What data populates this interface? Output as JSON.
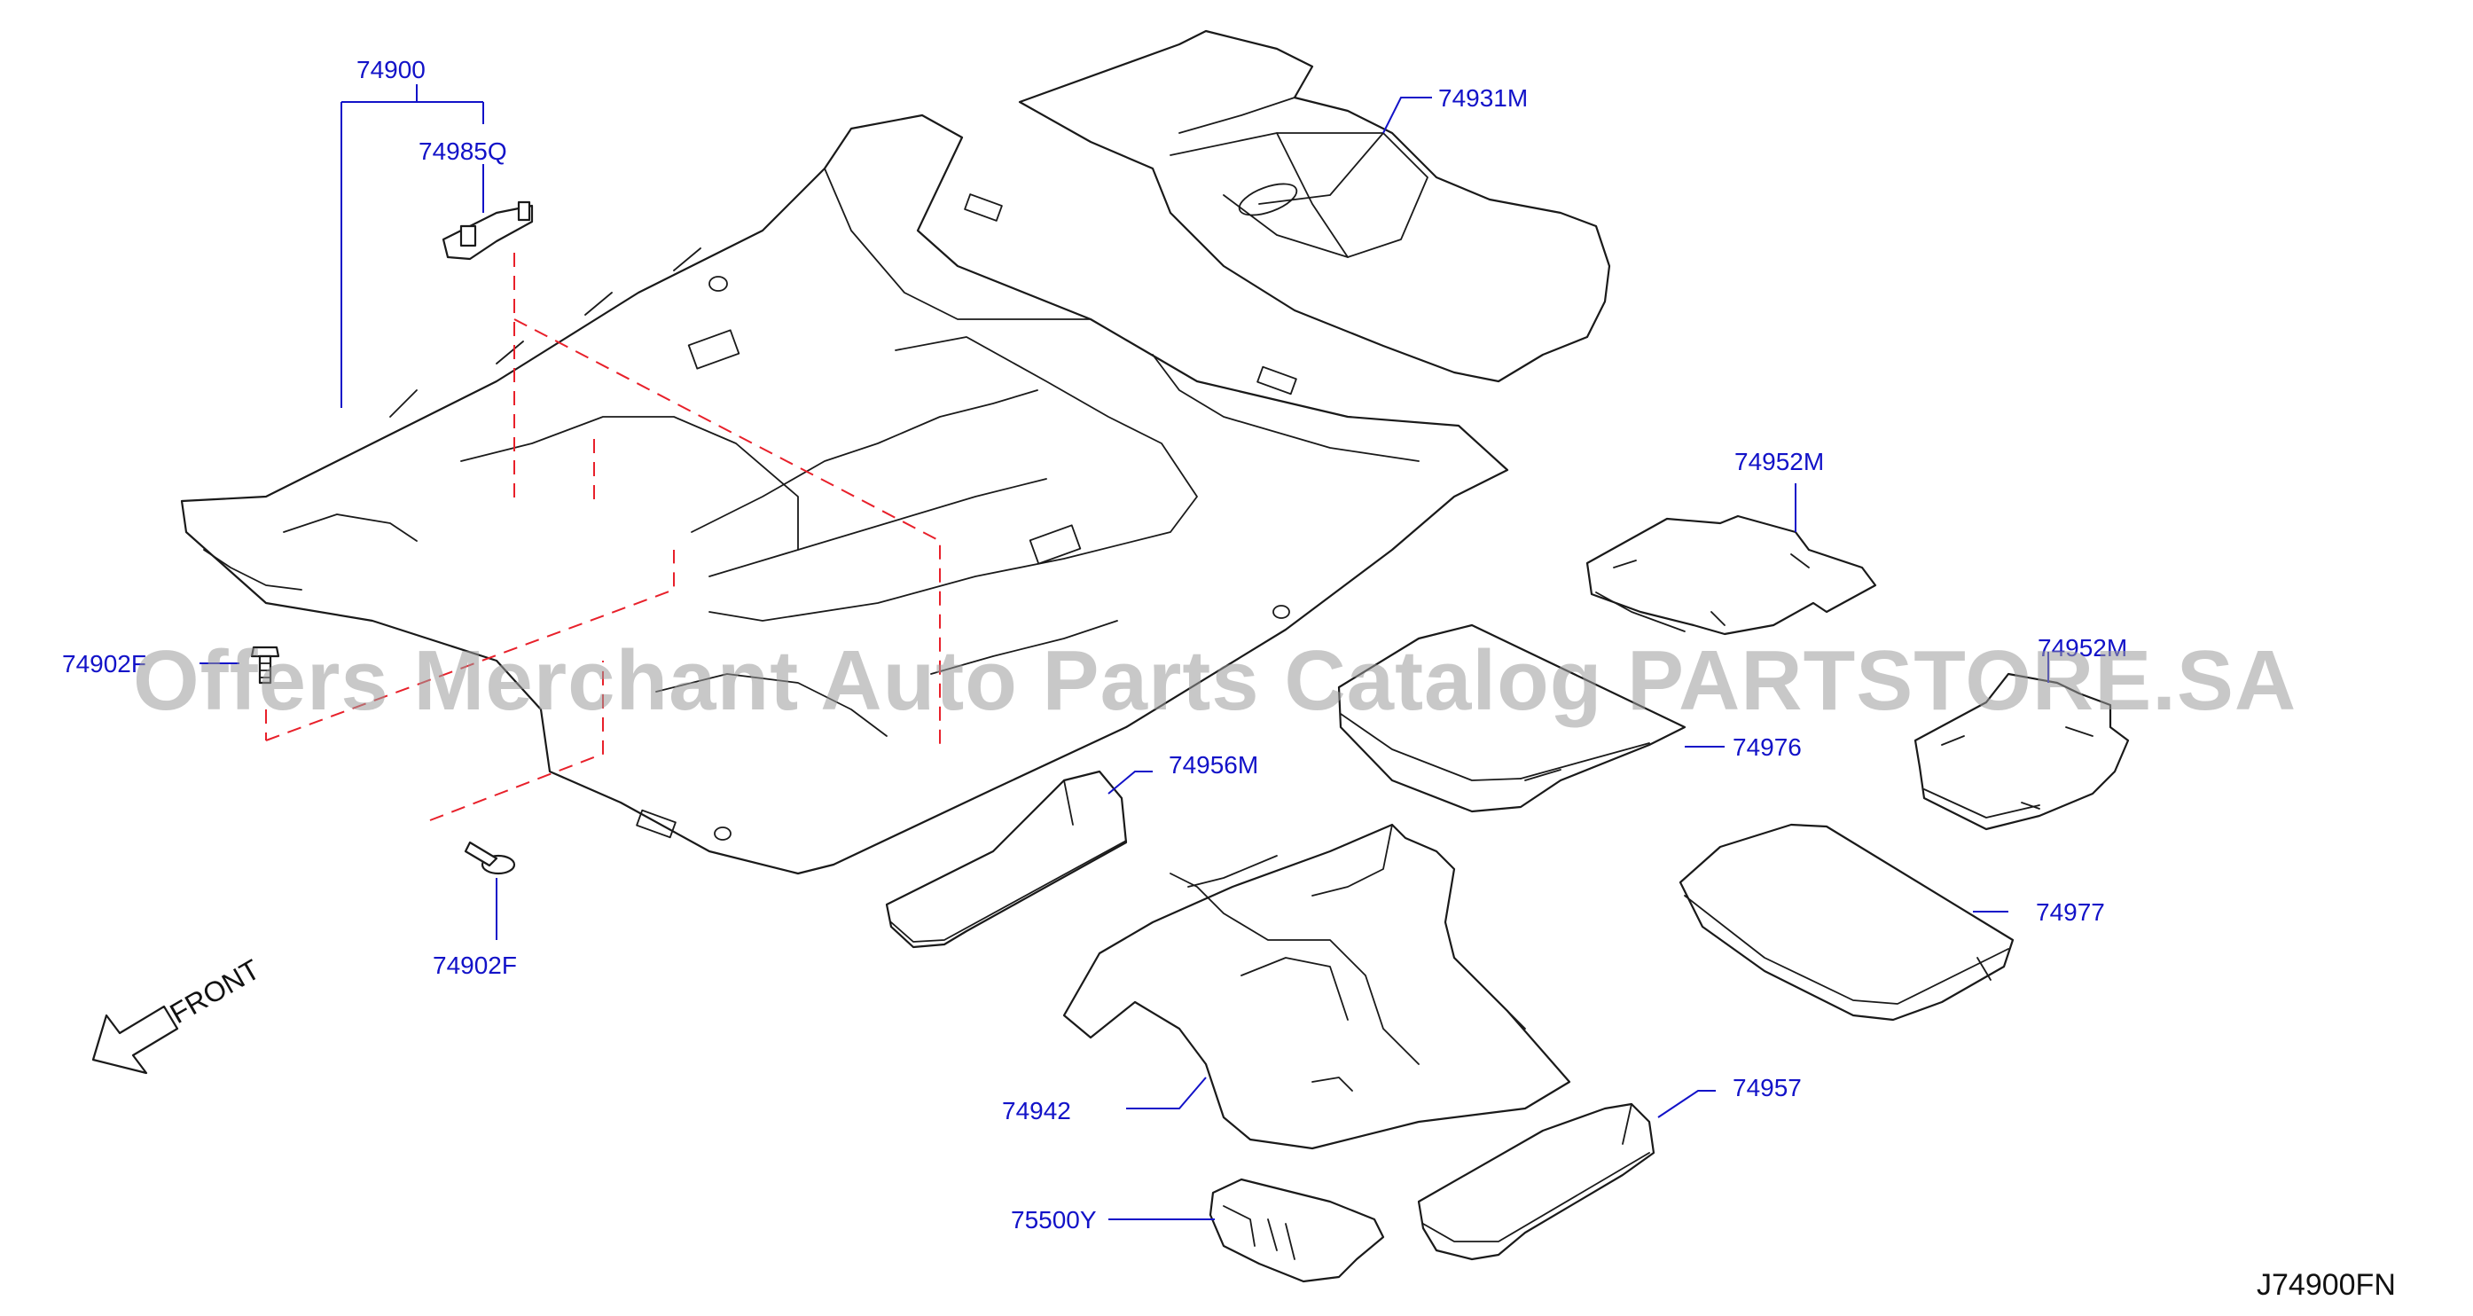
{
  "diagram": {
    "reference_code": "J74900FN",
    "watermark": "Offers Merchant Auto Parts Catalog PARTSTORE.SA",
    "direction_label": "FRONT",
    "colors": {
      "label": "#1212c8",
      "leader": "#1212c8",
      "fastener_path": "#e8202a",
      "outline": "#1a1a1a",
      "watermark": "#9a9a9a"
    },
    "parts": [
      {
        "id": "p74900",
        "label": "74900"
      },
      {
        "id": "p74985Q",
        "label": "74985Q"
      },
      {
        "id": "p74931M",
        "label": "74931M"
      },
      {
        "id": "p74902F_left",
        "label": "74902F"
      },
      {
        "id": "p74902F_bottom",
        "label": "74902F"
      },
      {
        "id": "p74952M_upper",
        "label": "74952M"
      },
      {
        "id": "p74952M_lower",
        "label": "74952M"
      },
      {
        "id": "p74976",
        "label": "74976"
      },
      {
        "id": "p74956M",
        "label": "74956M"
      },
      {
        "id": "p74977",
        "label": "74977"
      },
      {
        "id": "p74942",
        "label": "74942"
      },
      {
        "id": "p74957",
        "label": "74957"
      },
      {
        "id": "p75500Y",
        "label": "75500Y"
      }
    ]
  }
}
